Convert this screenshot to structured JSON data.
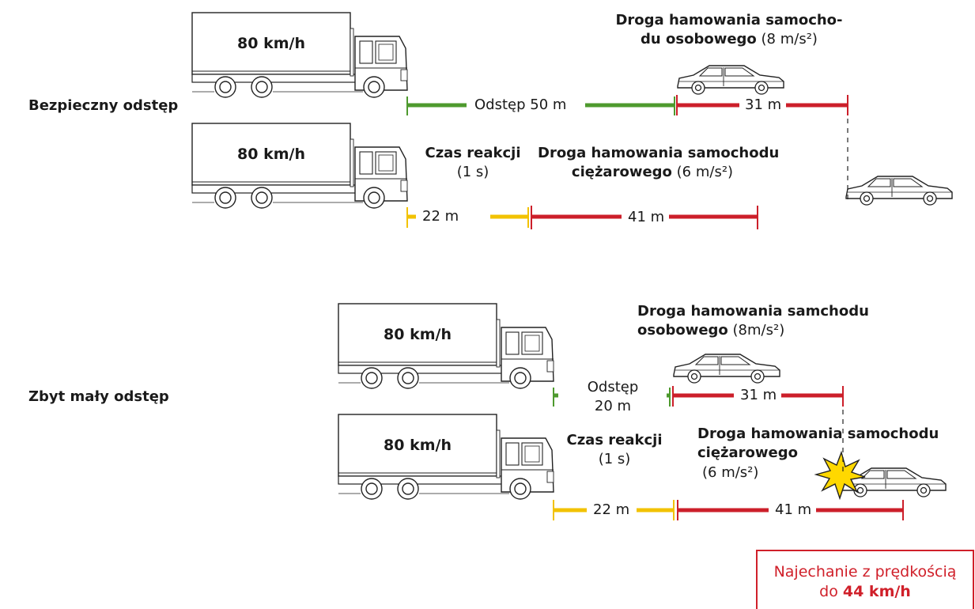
{
  "colors": {
    "green": "#4e9a2e",
    "red": "#cc1f2a",
    "yellow": "#f2c200",
    "warning": "#d0202a"
  },
  "section_safe": {
    "title": "Bezpieczny odstęp",
    "truck_top_speed": "80 km/h",
    "truck_bottom_speed": "80 km/h",
    "car_braking_title_line1": "Droga hamowania samocho-",
    "car_braking_title_line2": "du osobowego",
    "car_braking_decel": "(8 m/s²)",
    "gap_label": "Odstęp 50 m",
    "car_brake_distance": "31 m",
    "reaction_title": "Czas reakcji",
    "reaction_time": "(1 s)",
    "truck_braking_title_line1": "Droga hamowania samochodu",
    "truck_braking_title_line2": "ciężarowego",
    "truck_braking_decel": "(6 m/s²)",
    "reaction_distance": "22 m",
    "truck_brake_distance": "41 m"
  },
  "section_unsafe": {
    "title": "Zbyt mały odstęp",
    "truck_top_speed": "80 km/h",
    "truck_bottom_speed": "80 km/h",
    "car_braking_title_line1": "Droga hamowania samchodu",
    "car_braking_title_line2": "osobowego",
    "car_braking_decel": "(8m/s²)",
    "gap_label_line1": "Odstęp",
    "gap_label_line2": "20 m",
    "car_brake_distance": "31 m",
    "reaction_title": "Czas reakcji",
    "reaction_time": "(1 s)",
    "truck_braking_title_line1": "Droga hamowania samochodu",
    "truck_braking_title_line2": "ciężarowego",
    "truck_braking_decel": "(6 m/s²)",
    "reaction_distance": "22 m",
    "truck_brake_distance": "41 m"
  },
  "warning": {
    "line1": "Najechanie z prędkością",
    "line2_prefix": "do ",
    "line2_value": "44 km/h"
  }
}
